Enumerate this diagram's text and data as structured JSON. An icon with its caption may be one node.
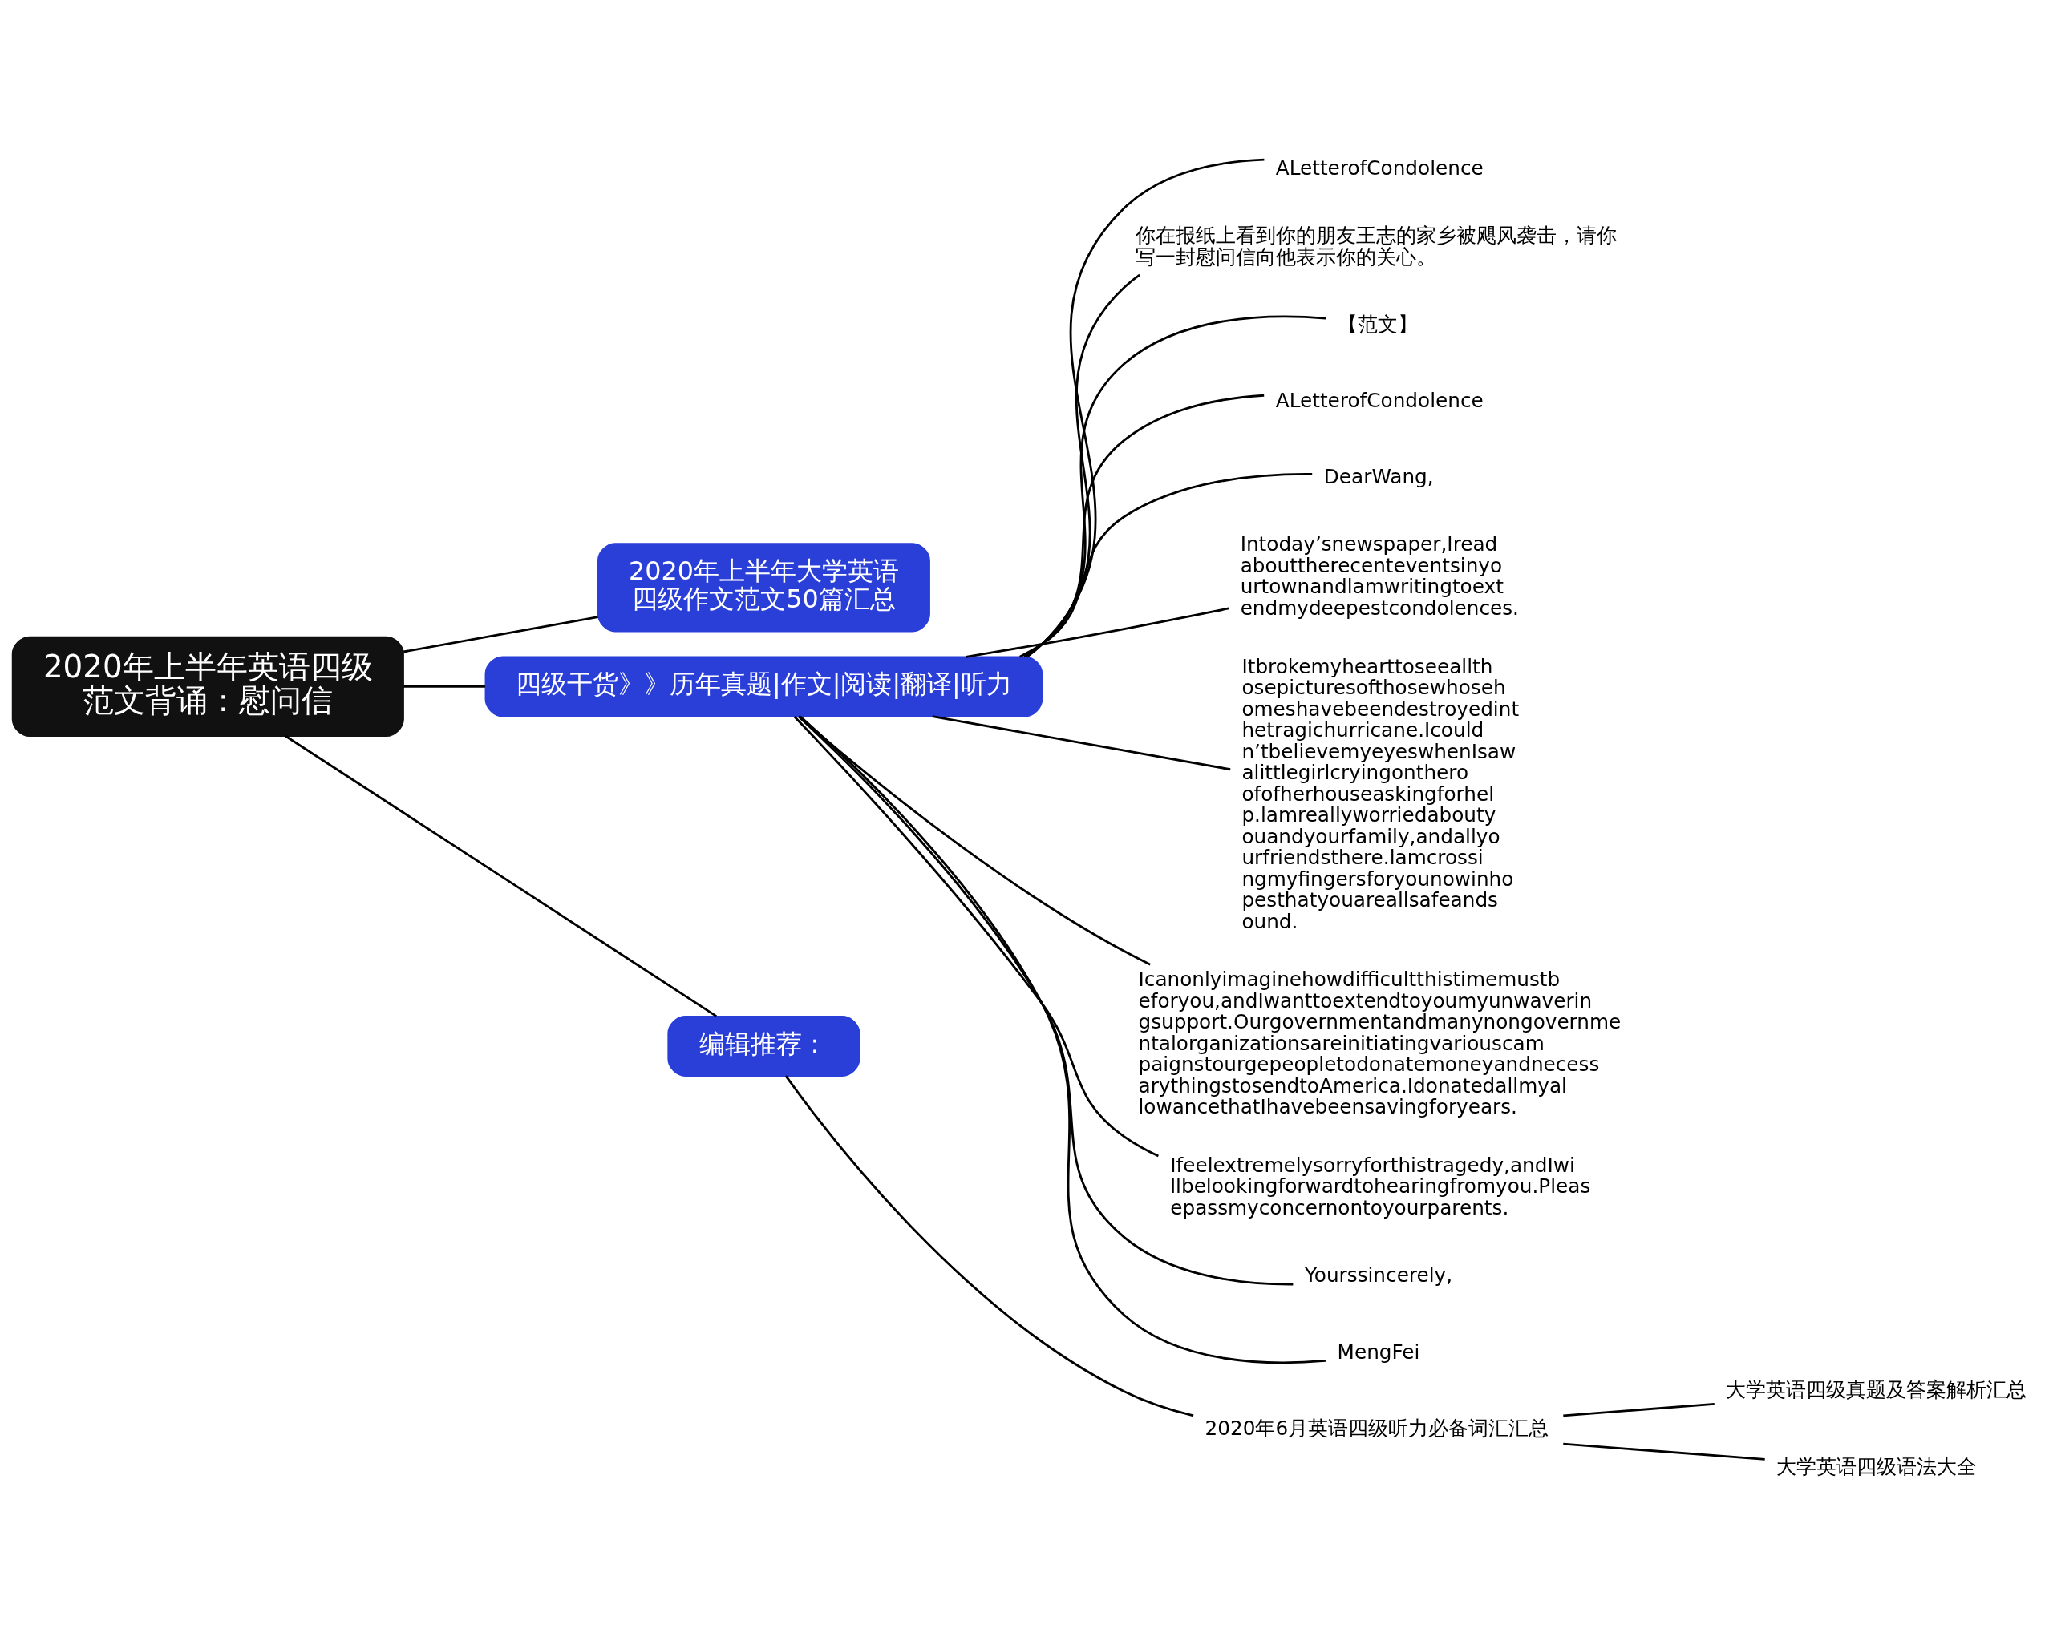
{
  "diagram": {
    "nodes": [
      {
        "text": [
          "2020年上半年英语四级范文背诵：慰问信"
        ]
      },
      {
        "text": [
          "2020年上半年大学英语四级作文范文50篇汇总"
        ]
      },
      {
        "text": [
          "四级干货》》历年真题|作文|阅读|翻译|听力"
        ]
      },
      {
        "text": [
          "ALetterofCondolence"
        ]
      },
      {
        "text": [
          "你在报纸上看到你的朋友王志的家乡被飓风袭击，请你写一封慰问信向他表示你的关心。"
        ]
      },
      {
        "text": [
          "【范文】"
        ]
      },
      {
        "text": [
          "ALetterofCondolence"
        ]
      },
      {
        "text": [
          "DearWang,"
        ]
      },
      {
        "text": [
          "Intoday’snewspaper,Ireadabouttherecenteventsinyourtownandlamwritingtoextendmydeepestcondolences."
        ]
      },
      {
        "text": [
          "Itbrokemyhearttoseeallthosepicturesofthosewhosehomeshavebeendestroyedinthetragichurricane.Icouldn’tbelievemyeyeswhenIsawalittlegirlcryingontheroofofherhouseaskingforhelp.lamreallyworriedaboutyouandyourfamily,andallyourfriendsthere.lamcrossingmyfingersforyounowinhopesthatyouareallsafeandsound."
        ]
      },
      {
        "text": [
          "Icanonlyimaginehowdifficultthistimemustbeforyou,andIwanttoextendtoyoumyunwaveringsupport.OurgovernmentandmanynongovernmentalorganizationsareinitiatingvariouscampaignstourgepeopletodonatemoneyandnecessarythingstosendtoAmerica.IdonatedallmyallowancethatIhavebeensavingforyears."
        ]
      },
      {
        "text": [
          "Ifeelextremelysorryforthistragedy,andIwillbelookingforwardtohearingfromyou.Pleasepassmyconcernontoyourparents."
        ]
      },
      {
        "text": [
          "Yourssincerely,"
        ]
      },
      {
        "text": [
          "MengFei"
        ]
      },
      {
        "text": [
          "编辑推荐："
        ]
      },
      {
        "text": [
          "2020年6月英语四级听力必备词汇汇总"
        ]
      },
      {
        "text": [
          "大学英语四级真题及答案解析汇总"
        ]
      },
      {
        "text": [
          "大学英语四级语法大全"
        ]
      }
    ],
    "edges": [
      {
        "from": 0,
        "to": 1,
        "arrow": "none"
      },
      {
        "from": 0,
        "to": 2,
        "arrow": "none"
      },
      {
        "from": 2,
        "to": 3,
        "arrow": "none"
      },
      {
        "from": 2,
        "to": 4,
        "arrow": "none"
      },
      {
        "from": 2,
        "to": 5,
        "arrow": "none"
      },
      {
        "from": 2,
        "to": 6,
        "arrow": "none"
      },
      {
        "from": 2,
        "to": 7,
        "arrow": "none"
      },
      {
        "from": 2,
        "to": 8,
        "arrow": "none"
      },
      {
        "from": 2,
        "to": 9,
        "arrow": "none"
      },
      {
        "from": 2,
        "to": 10,
        "arrow": "none"
      },
      {
        "from": 2,
        "to": 11,
        "arrow": "none"
      },
      {
        "from": 2,
        "to": 12,
        "arrow": "none"
      },
      {
        "from": 2,
        "to": 13,
        "arrow": "none"
      },
      {
        "from": 0,
        "to": 14,
        "arrow": "none"
      },
      {
        "from": 14,
        "to": 15,
        "arrow": "none"
      },
      {
        "from": 15,
        "to": 16,
        "arrow": "none"
      },
      {
        "from": 15,
        "to": 17,
        "arrow": "none"
      }
    ]
  }
}
